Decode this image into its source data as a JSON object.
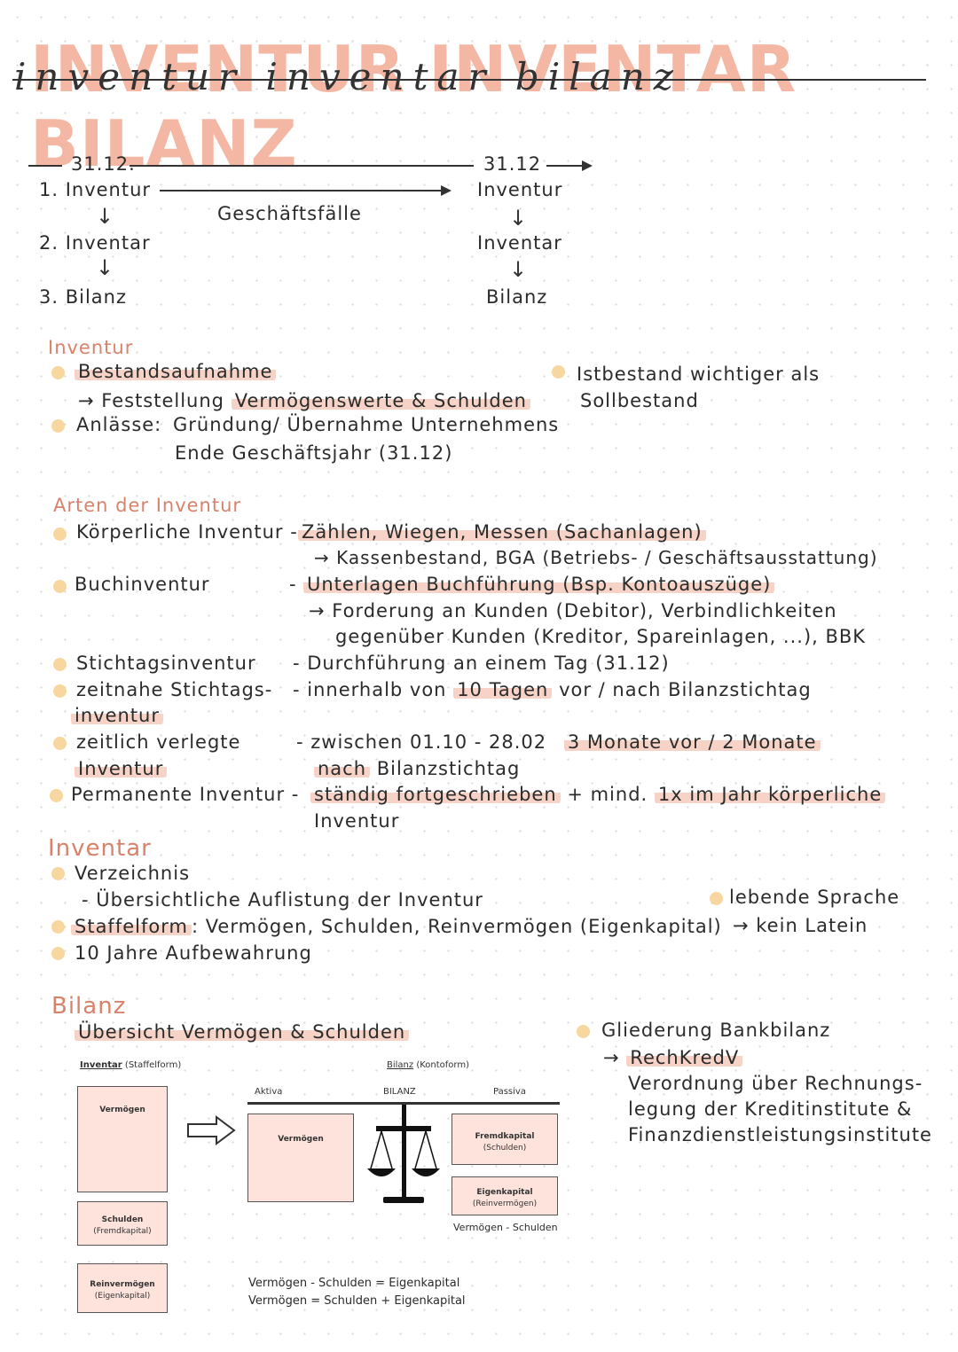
{
  "title": {
    "main": "INVENTUR INVENTAR BILANZ",
    "script": "inventur inventar bilanz"
  },
  "timeline": {
    "left_date": "31.12.",
    "left_step1": "1. Inventur",
    "left_step2": "2. Inventar",
    "left_step3": "3. Bilanz",
    "middle_label": "Geschäftsfälle",
    "right_date": "31.12",
    "right_step1": "Inventur",
    "right_step2": "Inventar",
    "right_step3": "Bilanz"
  },
  "inventur": {
    "heading": "Inventur",
    "b1": "Bestandsaufnahme",
    "b1_sub_arrow": "→ Feststellung",
    "b1_sub_hl": "Vermögenswerte & Schulden",
    "b2_label": "Anlässe:",
    "b2_line1": "Gründung/ Übernahme Unternehmens",
    "b2_line2": "Ende Geschäftsjahr (31.12)",
    "side_line1": "Istbestand wichtiger als",
    "side_line2": "Sollbestand"
  },
  "arten": {
    "heading": "Arten der Inventur",
    "k_label": "Körperliche Inventur -",
    "k_hl": "Zählen, Wiegen, Messen (Sachanlagen)",
    "k_sub": "→ Kassenbestand, BGA (Betriebs- / Geschäftsausstattung)",
    "b_label": "Buchinventur",
    "b_dash": "-",
    "b_hl": "Unterlagen Buchführung (Bsp. Kontoauszüge)",
    "b_sub1": "→ Forderung an Kunden (Debitor), Verbindlichkeiten",
    "b_sub2": "gegenüber Kunden (Kreditor, Spareinlagen, ...), BBK",
    "s_label": "Stichtagsinventur",
    "s_text": "- Durchführung an einem Tag (31.12)",
    "z_label1": "zeitnahe Stichtags-",
    "z_label2": "inventur",
    "z_text_pre": "- innerhalb von",
    "z_text_hl": "10 Tagen",
    "z_text_post": "vor / nach Bilanzstichtag",
    "v_label1": "zeitlich verlegte",
    "v_label2": "Inventur",
    "v_text_pre": "- zwischen 01.10 - 28.02",
    "v_text_hl": "3 Monate vor / 2 Monate",
    "v_text_hl2": "nach",
    "v_text_post": "Bilanzstichtag",
    "p_label": "Permanente Inventur -",
    "p_hl": "ständig fortgeschrieben",
    "p_mid": "+ mind.",
    "p_hl2": "1x im Jahr körperliche",
    "p_line2": "Inventur"
  },
  "inventar": {
    "heading": "Inventar",
    "b1": "Verzeichnis",
    "b1_sub": "- Übersichtliche Auflistung der Inventur",
    "b2_hl": "Staffelform",
    "b2_text": ": Vermögen, Schulden, Reinvermögen (Eigenkapital)",
    "b3": "10 Jahre Aufbewahrung",
    "side_line1": "lebende Sprache",
    "side_line2": "→ kein Latein"
  },
  "bilanz": {
    "heading": "Bilanz",
    "sub_hl": "Übersicht Vermögen & Schulden",
    "side_b1": "Gliederung Bankbilanz",
    "side_arrow": "→",
    "side_hl": "RechKredV",
    "side_l1": "Verordnung über Rechnungs-",
    "side_l2": "legung der Kreditinstitute &",
    "side_l3": "Finanzdienstleistungsinstitute",
    "diagram": {
      "inv_title_u": "Inventar",
      "inv_title_rest": "(Staffelform)",
      "inv_box1": "Vermögen",
      "inv_box2": "Schulden",
      "inv_box2_sub": "(Fremdkapital)",
      "inv_box3": "Reinvermögen",
      "inv_box3_sub": "(Eigenkapital)",
      "bil_title_u": "Bilanz",
      "bil_title_rest": "(Kontoform)",
      "aktiva": "Aktiva",
      "bilanz_center": "BILANZ",
      "passiva": "Passiva",
      "bil_left": "Vermögen",
      "bil_r1": "Fremdkapital",
      "bil_r1_sub": "(Schulden)",
      "bil_r2": "Eigenkapital",
      "bil_r2_sub": "(Reinvermögen)",
      "bil_formula": "Vermögen - Schulden",
      "eq1": "Vermögen - Schulden = Eigenkapital",
      "eq2": "Vermögen = Schulden + Eigenkapital"
    }
  }
}
